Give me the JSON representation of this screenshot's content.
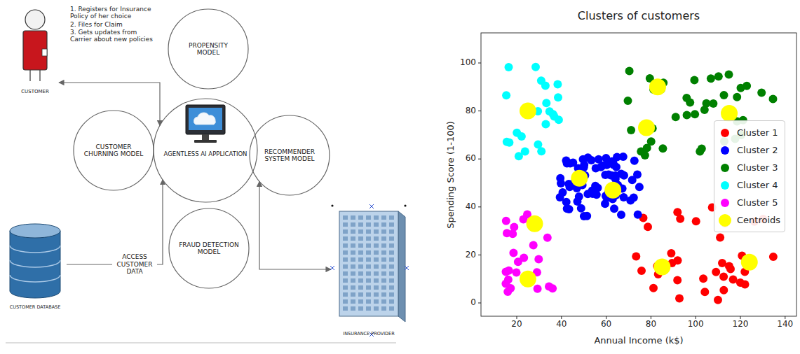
{
  "diagram": {
    "nodes": [
      {
        "text": [
          "CUSTOMER"
        ]
      },
      {
        "text": [
          "PROPENSITY MODEL"
        ]
      },
      {
        "text": [
          "AGENTLESS AI APPLICATION"
        ]
      },
      {
        "text": [
          "CUSTOMER CHURNING MODEL"
        ]
      },
      {
        "text": [
          "RECOMMENDER SYSTEM MODEL"
        ]
      },
      {
        "text": [
          "FRAUD DETECTION MODEL"
        ]
      },
      {
        "text": [
          "CUSTOMER DATABASE"
        ]
      },
      {
        "text": [
          "INSURANCE PROVIDER"
        ]
      }
    ],
    "edges": [
      {
        "from": 2,
        "to": 0,
        "arrow": "both"
      },
      {
        "from": 6,
        "to": 2,
        "label": "ACCESS CUSTOMER DATA",
        "arrow": "to"
      },
      {
        "from": 4,
        "to": 7,
        "arrow": "both"
      }
    ],
    "labels": [
      "1. Registers for Insurance Policy of her choice",
      "2. Files for Claim",
      "3. Gets updates from Carrier about new policies",
      "Clusters of customers",
      "Spending Score (1-100)",
      "Annual Income (k$)",
      "0",
      "20",
      "40",
      "60",
      "80",
      "100",
      "20",
      "40",
      "60",
      "80",
      "100",
      "120",
      "140"
    ],
    "legend": [
      {
        "text": "Cluster 1",
        "color": "#ff0000"
      },
      {
        "text": "Cluster 2",
        "color": "#0000ff"
      },
      {
        "text": "Cluster 3",
        "color": "#008000"
      },
      {
        "text": "Cluster 4",
        "color": "#00ffff"
      },
      {
        "text": "Cluster 5",
        "color": "#ff00ff"
      },
      {
        "text": "Centroids",
        "color": "#ffff00"
      }
    ]
  }
}
